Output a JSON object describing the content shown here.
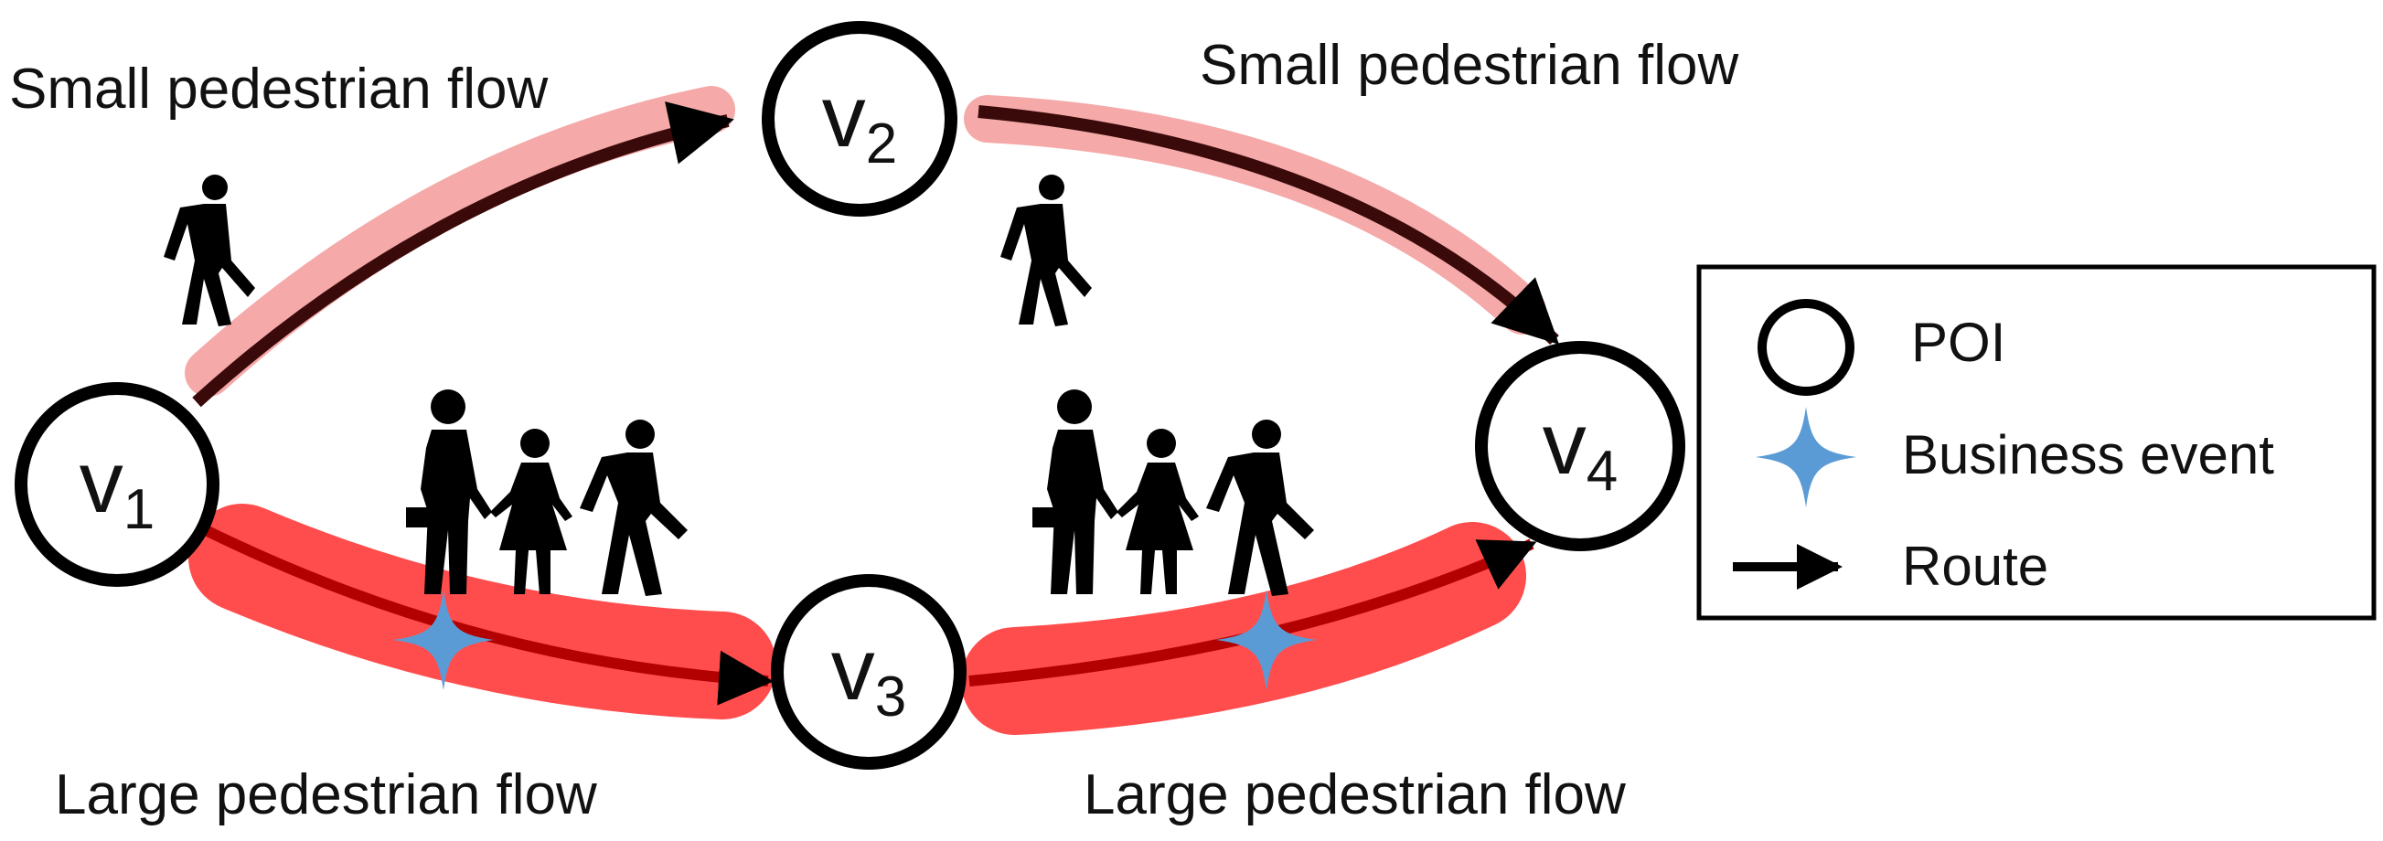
{
  "nodes": [
    {
      "id": "v1",
      "base": "v",
      "sub": "1"
    },
    {
      "id": "v2",
      "base": "v",
      "sub": "2"
    },
    {
      "id": "v3",
      "base": "v",
      "sub": "3"
    },
    {
      "id": "v4",
      "base": "v",
      "sub": "4"
    }
  ],
  "flow_labels": {
    "top_left": "Small pedestrian flow",
    "top_right": "Small pedestrian flow",
    "bottom_left": "Large pedestrian flow",
    "bottom_right": "Large pedestrian flow"
  },
  "legend": {
    "poi": "POI",
    "business_event": "Business event",
    "route": "Route"
  },
  "colors": {
    "small_flow_band": "#f5a9a9",
    "large_flow_band": "#ff4d4d",
    "route_small": "#3a0a0a",
    "route_large": "#b30000",
    "business_event": "#5b9bd5",
    "stroke": "#000000"
  }
}
